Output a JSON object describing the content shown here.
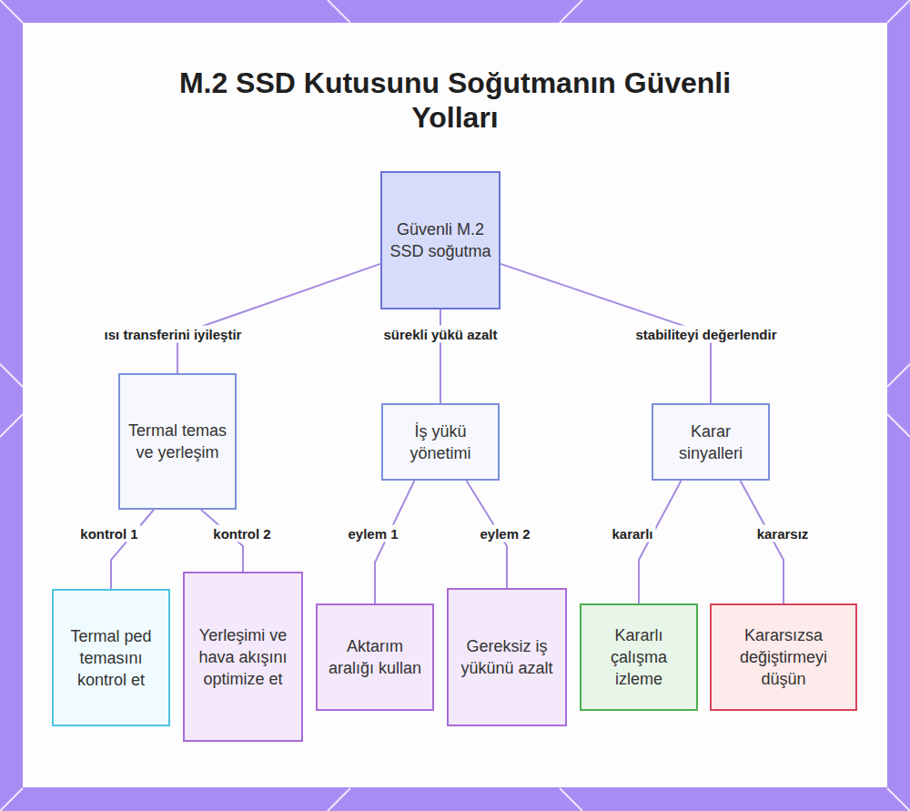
{
  "diagram": {
    "title": "M.2 SSD Kutusunu Soğutmanın Güvenli Yolları",
    "nodes": [
      {
        "text": [
          "Güvenli M.2 SSD soğutma"
        ]
      },
      {
        "text": [
          "Termal temas ve yerleşim"
        ]
      },
      {
        "text": [
          "İş yükü yönetimi"
        ]
      },
      {
        "text": [
          "Karar sinyalleri"
        ]
      },
      {
        "text": [
          "Termal ped temasını kontrol et"
        ]
      },
      {
        "text": [
          "Yerleşimi ve hava akışını optimize et"
        ]
      },
      {
        "text": [
          "Aktarım aralığı kullan"
        ]
      },
      {
        "text": [
          "Gereksiz iş yükünü azalt"
        ]
      },
      {
        "text": [
          "Kararlı çalışma izleme"
        ]
      },
      {
        "text": [
          "Kararsızsa değiştirmeyi düşün"
        ]
      }
    ],
    "edges": [
      {
        "from": 0,
        "to": 1,
        "label": "ısı transferini iyileştir",
        "arrow": "none"
      },
      {
        "from": 0,
        "to": 2,
        "label": "sürekli yükü azalt",
        "arrow": "none"
      },
      {
        "from": 0,
        "to": 3,
        "label": "stabiliteyi değerlendir",
        "arrow": "none"
      },
      {
        "from": 1,
        "to": 4,
        "label": "kontrol 1",
        "arrow": "none"
      },
      {
        "from": 1,
        "to": 5,
        "label": "kontrol 2",
        "arrow": "none"
      },
      {
        "from": 2,
        "to": 6,
        "label": "eylem 1",
        "arrow": "none"
      },
      {
        "from": 2,
        "to": 7,
        "label": "eylem 2",
        "arrow": "none"
      },
      {
        "from": 3,
        "to": 8,
        "label": "kararlı",
        "arrow": "none"
      },
      {
        "from": 3,
        "to": 9,
        "label": "kararsız",
        "arrow": "none"
      }
    ]
  }
}
